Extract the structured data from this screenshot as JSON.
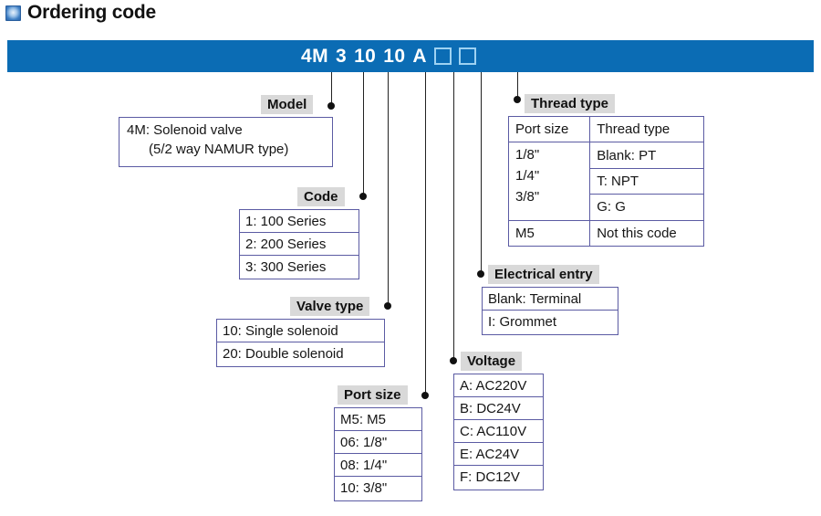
{
  "page": {
    "title": "Ordering code",
    "bullet_icon": "blue-square-bullet-icon"
  },
  "banner": {
    "accent_color": "#0b6cb4",
    "code_segments": [
      "4M",
      "3",
      "10",
      "10",
      "A"
    ],
    "empty_boxes": 2
  },
  "callouts": {
    "model": {
      "header": "Model",
      "line1": "4M: Solenoid valve",
      "line2": "(5/2 way NAMUR type)"
    },
    "code": {
      "header": "Code",
      "options": [
        "1: 100 Series",
        "2: 200 Series",
        "3: 300 Series"
      ]
    },
    "valve_type": {
      "header": "Valve type",
      "options": [
        "10: Single solenoid",
        "20: Double solenoid"
      ]
    },
    "port_size": {
      "header": "Port size",
      "options": [
        "M5: M5",
        "06: 1/8\"",
        "08: 1/4\"",
        "10: 3/8\""
      ]
    },
    "voltage": {
      "header": "Voltage",
      "options": [
        "A: AC220V",
        "B: DC24V",
        "C: AC110V",
        "E: AC24V",
        "F: DC12V"
      ]
    },
    "electrical_entry": {
      "header": "Electrical entry",
      "options": [
        "Blank: Terminal",
        "I: Grommet"
      ]
    },
    "thread_type": {
      "header": "Thread type",
      "columns": [
        "Port size",
        "Thread type"
      ],
      "rows": [
        {
          "port_size": "1/8\"\n1/4\"\n3/8\"",
          "thread_types": [
            "Blank: PT",
            "T: NPT",
            "G: G"
          ]
        },
        {
          "port_size": "M5",
          "thread_types": [
            "Not this code"
          ]
        }
      ],
      "merged_port_sizes": [
        "1/8\"",
        "1/4\"",
        "3/8\""
      ],
      "m5_label": "M5",
      "m5_note": "Not this code"
    }
  },
  "colors": {
    "banner_blue": "#0b6cb4",
    "box_border": "#5b5ba3",
    "header_bg": "#d9d9d9",
    "leader_line": "#222222"
  }
}
